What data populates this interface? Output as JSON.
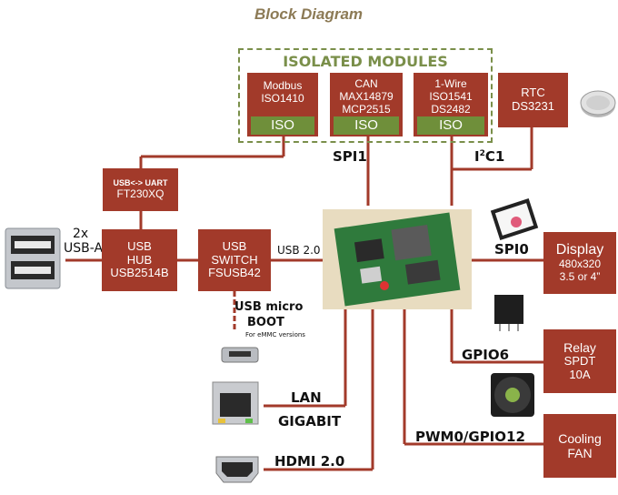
{
  "title": "Block Diagram",
  "isolated_title": "ISOLATED MODULES",
  "iso_label": "ISO",
  "modules": {
    "modbus": [
      "Modbus",
      "ISO1410"
    ],
    "can": [
      "CAN",
      "MAX14879",
      "MCP2515"
    ],
    "onewire": [
      "1-Wire",
      "ISO1541",
      "DS2482"
    ],
    "rtc": [
      "RTC",
      "DS3231"
    ],
    "uart": [
      "USB<-> UART",
      "FT230XQ"
    ],
    "hub": [
      "USB",
      "HUB",
      "USB2514B"
    ],
    "switch": [
      "USB",
      "SWITCH",
      "FSUSB42"
    ],
    "display": [
      "Display",
      "480x320",
      "3.5 or 4”"
    ],
    "relay": [
      "Relay",
      "SPDT",
      "10A"
    ],
    "fan": [
      "Cooling",
      "FAN"
    ]
  },
  "labels": {
    "spi1": "SPI1",
    "i2c_pre": "I",
    "i2c_sup": "2",
    "i2c_post": "C1",
    "usb_a": [
      "2x",
      "USB-A"
    ],
    "usb20": "USB 2.0",
    "boot": [
      "USB micro",
      "BOOT"
    ],
    "boot_note": "For eMMC versions",
    "spi0": "SPI0",
    "gpio6": "GPIO6",
    "lan": [
      "LAN",
      "GIGABIT"
    ],
    "hdmi": "HDMI 2.0",
    "pwm": "PWM0/GPIO12"
  },
  "colors": {
    "block": "#a23a2a",
    "iso": "#6f8f3a",
    "wire": "#a23a2a",
    "dashed_border": "#7a8f4a",
    "title": "#8c7a55"
  }
}
